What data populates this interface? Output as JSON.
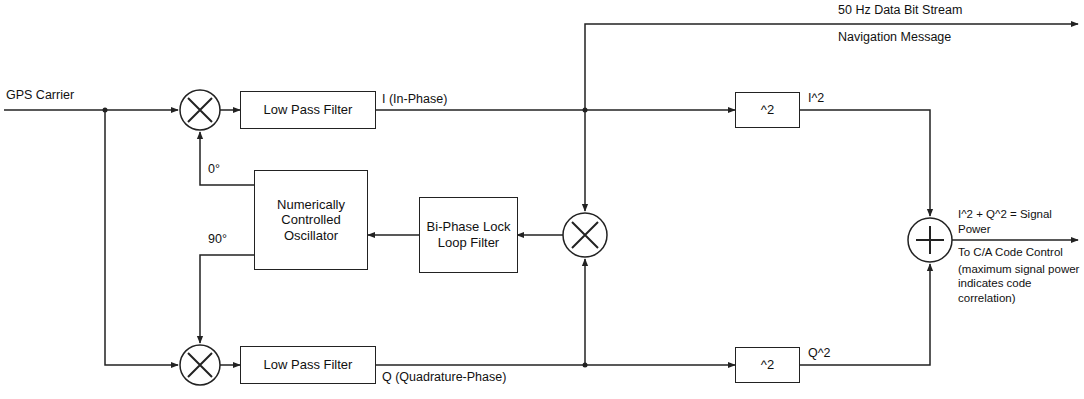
{
  "diagram": {
    "nodes": [
      {
        "text": [
          "Low Pass Filter"
        ]
      },
      {
        "text": [
          "Numerically Controlled Oscillator"
        ]
      },
      {
        "text": [
          "Bi-Phase Lock Loop Filter"
        ]
      },
      {
        "text": [
          "Low Pass Filter"
        ]
      },
      {
        "text": [
          "^2"
        ]
      },
      {
        "text": [
          "^2"
        ]
      }
    ],
    "edges": [
      {
        "from": 0,
        "to": 4,
        "arrow": "to"
      },
      {
        "from": 3,
        "to": 5,
        "arrow": "to"
      },
      {
        "from": 2,
        "to": 1,
        "arrow": "to"
      }
    ],
    "labels": [
      "GPS Carrier",
      "50 Hz Data Bit Stream",
      "Navigation Message",
      "I (In-Phase)",
      "0°",
      "90°",
      "I^2",
      "I^2 + Q^2 = Signal Power",
      "To C/A Code Control",
      "(maximum signal power indicates code correlation)",
      "Q (Quadrature-Phase)",
      "Q^2"
    ]
  }
}
